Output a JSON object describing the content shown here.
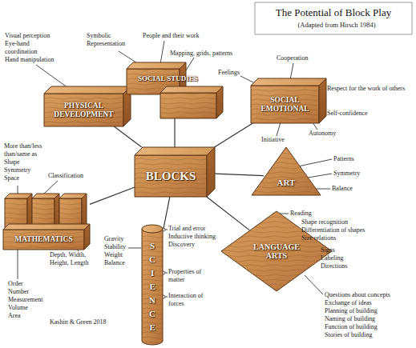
{
  "diagram": {
    "title": "The Potential of Block Play",
    "nodes": [
      {
        "text": [
          "BLOCKS"
        ]
      },
      {
        "text": [
          "PHYSICAL DEVELOPMENT"
        ]
      },
      {
        "text": [
          "SOCIAL STUDIES"
        ]
      },
      {
        "text": [
          "SOCIAL EMOTIONAL"
        ]
      },
      {
        "text": [
          "ART"
        ]
      },
      {
        "text": [
          "LANGUAGE ARTS"
        ]
      },
      {
        "text": [
          "SCIENCE"
        ]
      },
      {
        "text": [
          "MATHEMATICS"
        ]
      }
    ],
    "edges": [
      {
        "from": 0,
        "to": 1,
        "arrow": "none"
      },
      {
        "from": 0,
        "to": 2,
        "arrow": "none"
      },
      {
        "from": 0,
        "to": 3,
        "arrow": "none"
      },
      {
        "from": 0,
        "to": 4,
        "arrow": "none"
      },
      {
        "from": 0,
        "to": 5,
        "arrow": "none"
      },
      {
        "from": 0,
        "to": 6,
        "arrow": "none"
      },
      {
        "from": 0,
        "to": 7,
        "arrow": "none"
      }
    ],
    "labels": [
      "(Adapted from Hirsch 1984)",
      "Visual perception",
      "Eye-hand coordination",
      "Hand manipulation",
      "Symbolic Representation",
      "People and their work",
      "Mapping, grids, patterns",
      "Feelings",
      "Cooperation",
      "Respect for the work of others",
      "Self-confidence",
      "Autonomy",
      "Initiative",
      "Patterns",
      "Symmetry",
      "Balance",
      "More than/less than/same as",
      "Shape",
      "Symmetry",
      "Space",
      "Classification",
      "Depth, Width, Height, Length",
      "Order",
      "Number",
      "Measurement",
      "Volume",
      "Area",
      "Gravity",
      "Stability",
      "Weight",
      "Balance",
      "Trial and error",
      "Inductive thinking",
      "Discovery",
      "Properties of matter",
      "Interaction of forces",
      "Reading",
      "Shape recognition",
      "Differentiation of shapes",
      "Size relations",
      "Signs",
      "Labeling",
      "Directions",
      "Questions about concepts",
      "Exchange of ideas",
      "Planning of building",
      "Naming of building",
      "Function of building",
      "Stories of building",
      "Kashin & Green 2018"
    ]
  }
}
